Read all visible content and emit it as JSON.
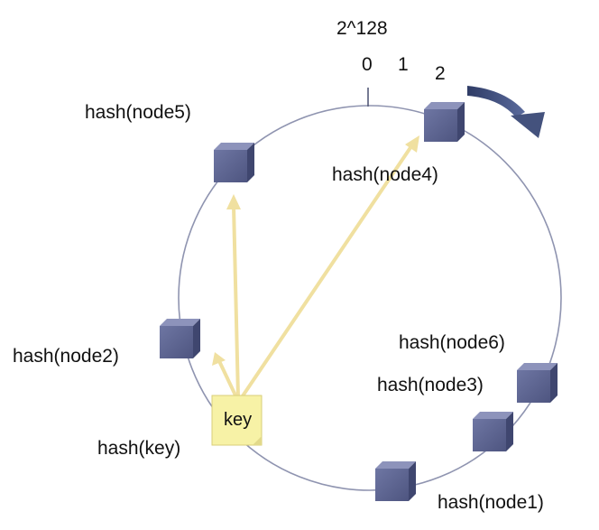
{
  "ring": {
    "top_label": "2^128",
    "positions": [
      "0",
      "1",
      "2"
    ]
  },
  "nodes": [
    {
      "id": "node5",
      "label": "hash(node5)"
    },
    {
      "id": "node4",
      "label": "hash(node4)"
    },
    {
      "id": "node2",
      "label": "hash(node2)"
    },
    {
      "id": "node6",
      "label": "hash(node6)"
    },
    {
      "id": "node3",
      "label": "hash(node3)"
    },
    {
      "id": "node1",
      "label": "hash(node1)"
    }
  ],
  "key": {
    "box_label": "key",
    "hash_label": "hash(key)"
  },
  "colors": {
    "ring": "#8f94b0",
    "node_front": "#5d6592",
    "node_top": "#8d93bb",
    "node_side": "#3f466f",
    "arrow": "#f0e0a0",
    "key_fill": "#f7f2a6",
    "direction_arrow": "#44527d"
  }
}
